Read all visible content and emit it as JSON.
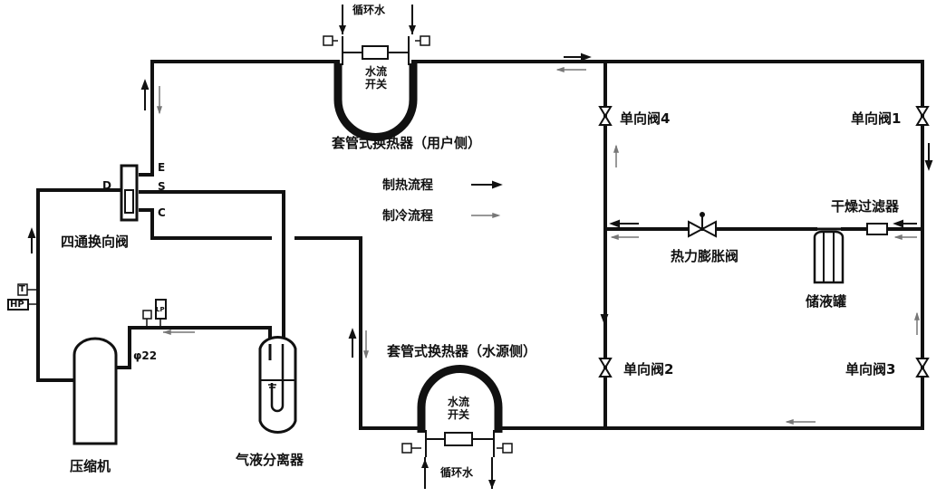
{
  "diagram": {
    "components": {
      "user_side_hx": "套管式换热器（用户侧）",
      "source_side_hx": "套管式换热器（水源侧）",
      "four_way_valve": "四通换向阀",
      "compressor": "压缩机",
      "gas_liquid_separator": "气液分离器",
      "expansion_valve": "热力膨胀阀",
      "receiver": "储液罐",
      "dryer_filter": "干燥过滤器",
      "check_valve_1": "单向阀1",
      "check_valve_2": "单向阀2",
      "check_valve_3": "单向阀3",
      "check_valve_4": "单向阀4",
      "water_switch_top": "水流开关",
      "water_switch_bottom": "水流开关",
      "circ_water_top": "循环水",
      "circ_water_bottom": "循环水"
    },
    "ports": {
      "d": "D",
      "e": "E",
      "s": "S",
      "c": "C"
    },
    "pipe_size": "φ22",
    "sensors": {
      "t": "T",
      "hp": "HP",
      "lp": "LP"
    },
    "legend": {
      "heating": "制热流程",
      "cooling": "制冷流程"
    },
    "colors": {
      "line": "#111111",
      "heating_arrow": "#111111",
      "cooling_arrow": "#777777"
    }
  }
}
